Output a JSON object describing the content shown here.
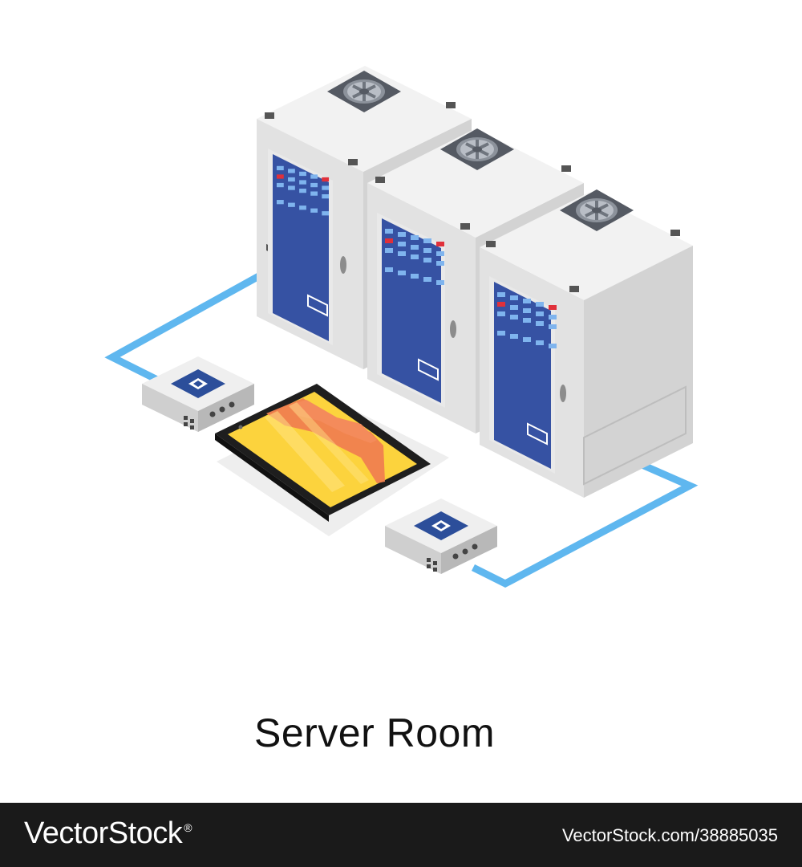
{
  "caption": "Server Room",
  "watermark": {
    "brand": "VectorStock",
    "registered_mark": "®",
    "id_text": "VectorStock.com/38885035"
  },
  "colors": {
    "cabinet_front": "#e6e6e6",
    "cabinet_top": "#f2f2f2",
    "cabinet_side": "#d9d9d9",
    "panel_blue": "#3652a3",
    "led_light_blue": "#7fb4ee",
    "led_red": "#e0303a",
    "cable": "#5fb7ef",
    "screen_yellow": "#fcd33d",
    "screen_chart": "#f07f4f",
    "watermark_bar": "#1a1a1a"
  },
  "icons": [
    "fan-icon",
    "network-switch-icon",
    "tablet-icon"
  ]
}
